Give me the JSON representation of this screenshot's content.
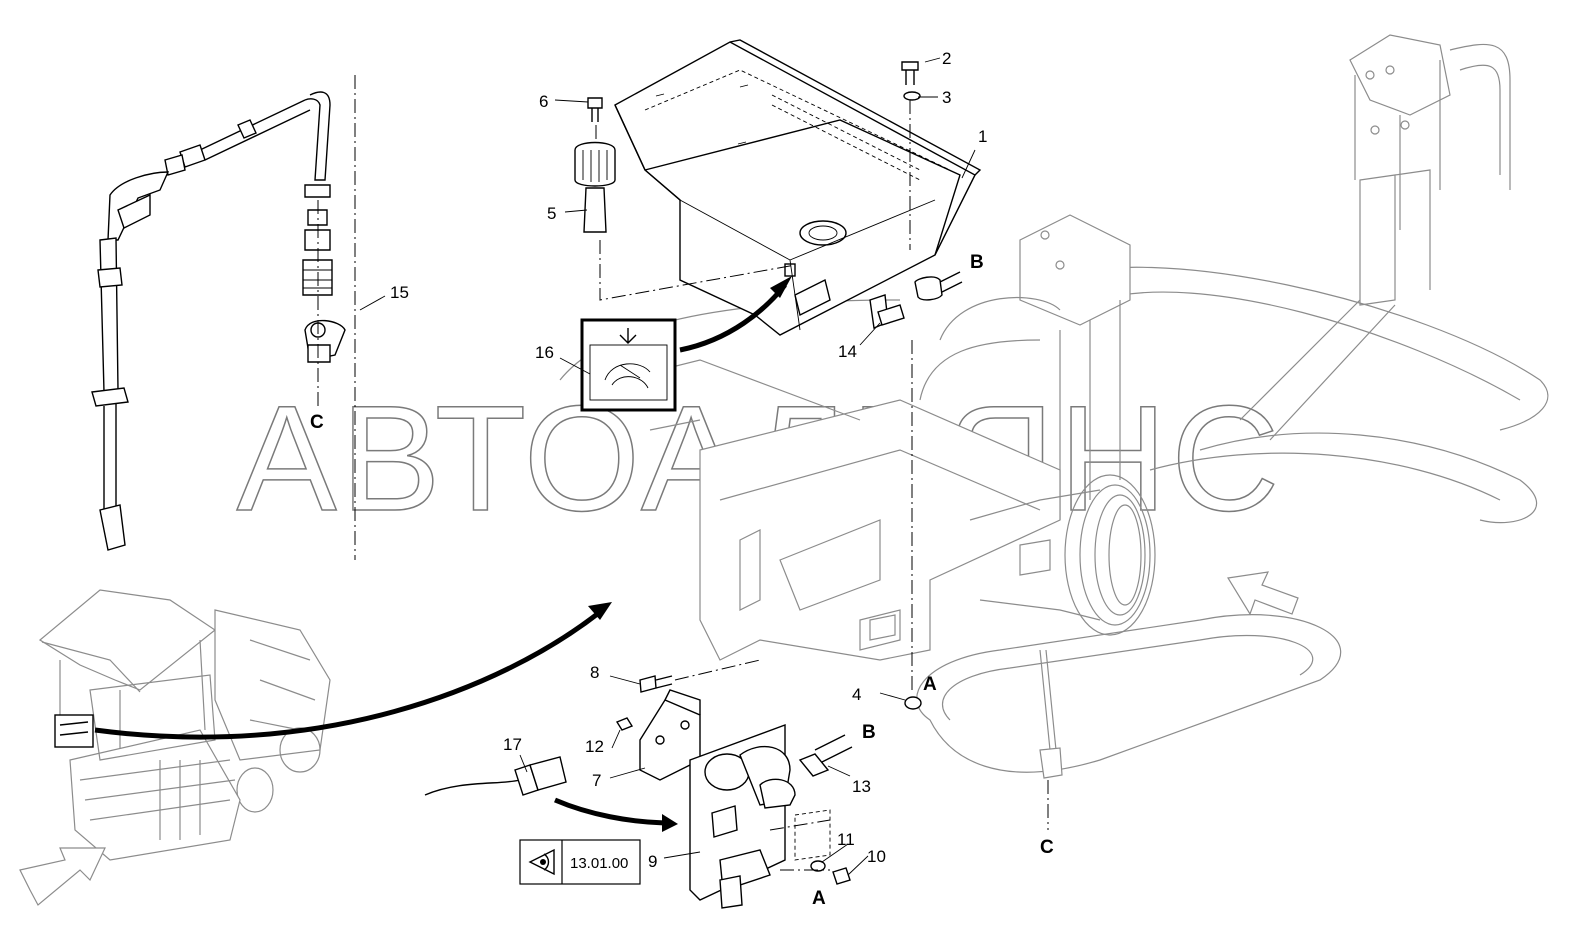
{
  "watermark": "АВТОАЛЬЯНС",
  "reference_box": {
    "label": "13.01.00",
    "icon": "eye-icon"
  },
  "callouts": {
    "n1": "1",
    "n2": "2",
    "n3": "3",
    "n4": "4",
    "n5": "5",
    "n6": "6",
    "n7": "7",
    "n8": "8",
    "n9": "9",
    "n10": "10",
    "n11": "11",
    "n12": "12",
    "n13": "13",
    "n14": "14",
    "n15": "15",
    "n16": "16",
    "n17": "17"
  },
  "connectors": {
    "a1": "A",
    "a2": "A",
    "b1": "B",
    "b2": "B",
    "c1": "C",
    "c2": "C"
  }
}
